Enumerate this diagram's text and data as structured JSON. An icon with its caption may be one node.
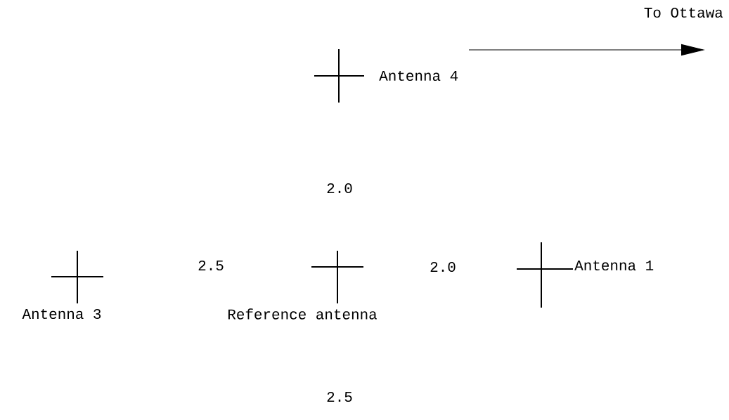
{
  "diagram": {
    "labels": [
      "To Ottawa",
      "Antenna 4",
      "2.0",
      "2.5",
      "2.0",
      "Antenna 1",
      "Antenna 3",
      "Reference antenna",
      "2.5"
    ]
  }
}
